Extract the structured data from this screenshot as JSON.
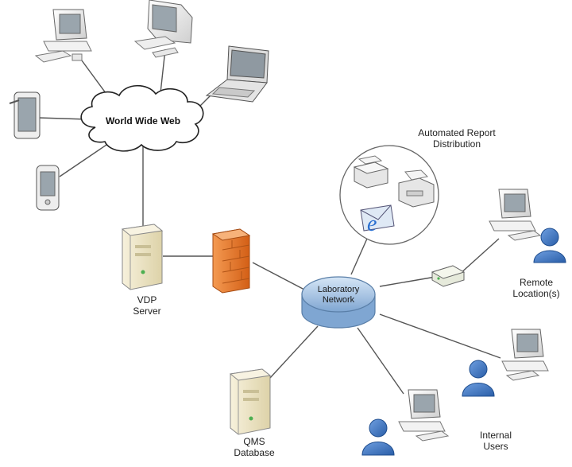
{
  "diagram": {
    "cloud_label": "World Wide Web",
    "hub_label_line1": "Laboratory",
    "hub_label_line2": "Network",
    "vdp_line1": "VDP",
    "vdp_line2": "Server",
    "qms_line1": "QMS",
    "qms_line2": "Database",
    "report_line1": "Automated Report",
    "report_line2": "Distribution",
    "remote_line1": "Remote",
    "remote_line2": "Location(s)",
    "internal_line1": "Internal",
    "internal_line2": "Users"
  },
  "colors": {
    "line": "#555555",
    "hub_fill": "#a9c8e8",
    "hub_stroke": "#5a7fa8",
    "firewall": "#e8762a",
    "server": "#efe6c6",
    "person": "#3a74c4"
  },
  "icons": [
    "desktop-computer-icon",
    "crt-computer-icon",
    "laptop-icon",
    "tablet-icon",
    "phone-icon",
    "cloud-icon",
    "server-icon",
    "firewall-icon",
    "database-server-icon",
    "hub-icon",
    "printer-icon",
    "email-icon",
    "network-switch-icon",
    "user-icon"
  ]
}
